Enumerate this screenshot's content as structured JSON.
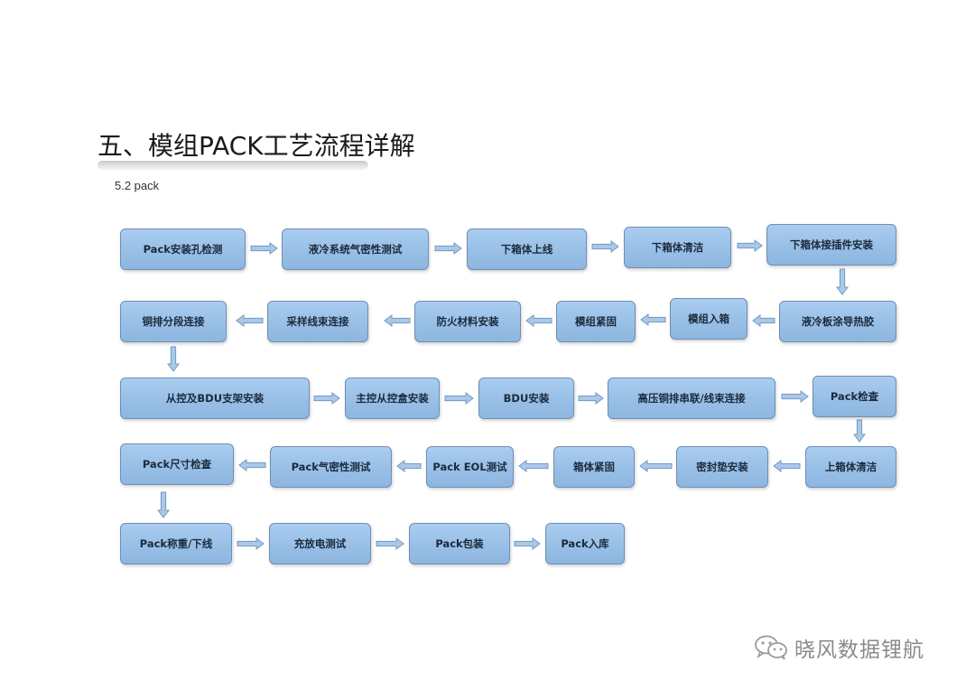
{
  "title": "五、模组PACK工艺流程详解",
  "subtitle": "5.2 pack",
  "steps": [
    {
      "id": 1,
      "label": "Pack安装孔检测"
    },
    {
      "id": 2,
      "label": "液冷系统气密性测试"
    },
    {
      "id": 3,
      "label": "下箱体上线"
    },
    {
      "id": 4,
      "label": "下箱体清洁"
    },
    {
      "id": 5,
      "label": "下箱体接插件安装"
    },
    {
      "id": 6,
      "label": "液冷板涂导热胶"
    },
    {
      "id": 7,
      "label": "模组入箱"
    },
    {
      "id": 8,
      "label": "模组紧固"
    },
    {
      "id": 9,
      "label": "防火材料安装"
    },
    {
      "id": 10,
      "label": "采样线束连接"
    },
    {
      "id": 11,
      "label": "铜排分段连接"
    },
    {
      "id": 12,
      "label": "从控及BDU支架安装"
    },
    {
      "id": 13,
      "label": "主控从控盒安装"
    },
    {
      "id": 14,
      "label": "BDU安装"
    },
    {
      "id": 15,
      "label": "高压铜排串联/线束连接"
    },
    {
      "id": 16,
      "label": "Pack检查"
    },
    {
      "id": 17,
      "label": "上箱体清洁"
    },
    {
      "id": 18,
      "label": "密封垫安装"
    },
    {
      "id": 19,
      "label": "箱体紧固"
    },
    {
      "id": 20,
      "label": "Pack EOL测试"
    },
    {
      "id": 21,
      "label": "Pack气密性测试"
    },
    {
      "id": 22,
      "label": "Pack尺寸检查"
    },
    {
      "id": 23,
      "label": "Pack称重/下线"
    },
    {
      "id": 24,
      "label": "充放电测试"
    },
    {
      "id": 25,
      "label": "Pack包装"
    },
    {
      "id": 26,
      "label": "Pack入库"
    }
  ],
  "watermark": {
    "text": "晓风数据锂航",
    "icon": "wechat-icon"
  },
  "colors": {
    "box_fill": "#98bfe6",
    "box_border": "#6f8eb3",
    "arrow_fill": "#a9c9ea",
    "arrow_stroke": "#7598c0"
  }
}
